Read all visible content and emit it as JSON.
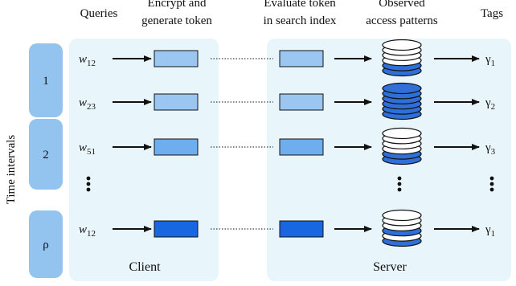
{
  "headers": {
    "queries": "Queries",
    "encrypt_line1": "Encrypt and",
    "encrypt_line2": "generate token",
    "evaluate_line1": "Evaluate token",
    "evaluate_line2": "in search index",
    "observed_line1": "Observed",
    "observed_line2": "access patterns",
    "tags": "Tags"
  },
  "side_label": "Time intervals",
  "intervals": [
    "1",
    "2",
    "ρ"
  ],
  "regions": {
    "client": "Client",
    "server": "Server"
  },
  "rows": [
    {
      "query_base": "w",
      "query_sub": "12",
      "tag_base": "γ",
      "tag_sub": "1",
      "token_color": "#9cc6f2",
      "disk_pattern": [
        0,
        0,
        0,
        0,
        1,
        1
      ]
    },
    {
      "query_base": "w",
      "query_sub": "23",
      "tag_base": "γ",
      "tag_sub": "2",
      "token_color": "#9cc6f2",
      "disk_pattern": [
        1,
        1,
        1,
        1,
        1,
        1
      ]
    },
    {
      "query_base": "w",
      "query_sub": "51",
      "tag_base": "γ",
      "tag_sub": "3",
      "token_color": "#6faeee",
      "disk_pattern": [
        0,
        0,
        0,
        0,
        1,
        1
      ]
    },
    {
      "query_base": "w",
      "query_sub": "12",
      "tag_base": "γ",
      "tag_sub": "1",
      "token_color": "#1a66e0",
      "disk_pattern": [
        0,
        0,
        0,
        1,
        0,
        1
      ]
    }
  ],
  "colors": {
    "region_fill": "#e8f6fc",
    "interval_fill": "#92c4ef",
    "disk_filled": "#2f6fd8",
    "disk_empty": "#ffffff",
    "stroke": "#111111"
  }
}
